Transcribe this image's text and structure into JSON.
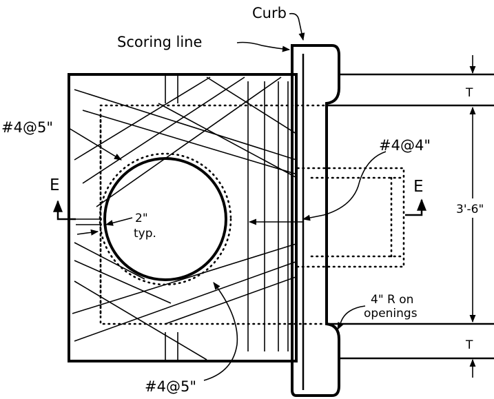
{
  "labels": {
    "curb": "Curb",
    "scoring_line": "Scoring line",
    "rebar_top": "#4@5\"",
    "rebar_bottom": "#4@5\"",
    "rebar_right": "#4@4\"",
    "section_left": "E",
    "section_right": "E",
    "clear_cover_line1": "2\"",
    "clear_cover_line2": "typ.",
    "radius_line1": "4\" R on",
    "radius_line2": "openings",
    "dim_top": "T",
    "dim_middle": "3'-6\"",
    "dim_bottom": "T"
  }
}
